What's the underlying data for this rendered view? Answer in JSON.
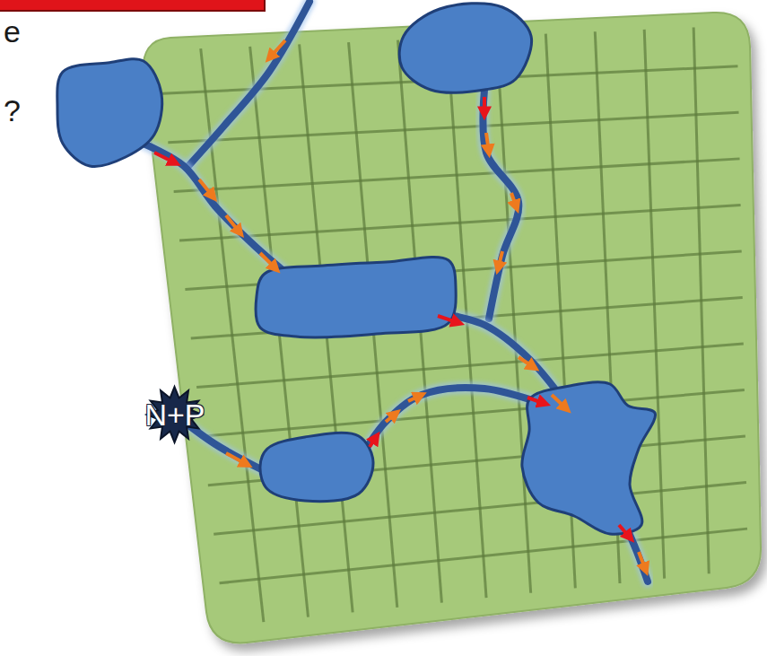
{
  "diagram": {
    "nodes": [
      {
        "text": [
          "N+P"
        ]
      }
    ],
    "labels": [
      "e",
      "?"
    ]
  }
}
